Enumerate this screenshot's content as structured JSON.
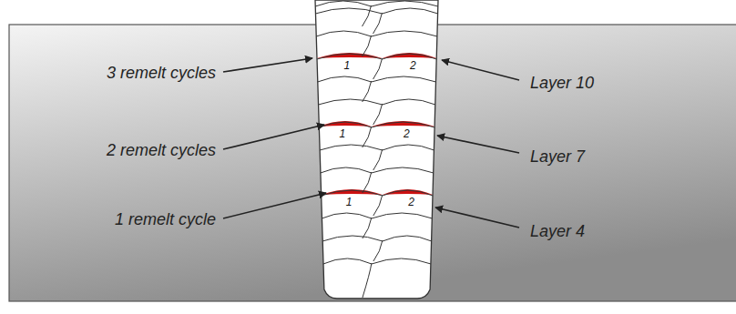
{
  "diagram": {
    "labels": [
      "3 remelt cycles",
      "Layer 10",
      "1",
      "2",
      "2 remelt cycles",
      "Layer 7",
      "1",
      "2",
      "1 remelt cycle",
      "Layer 4",
      "1",
      "2"
    ]
  }
}
